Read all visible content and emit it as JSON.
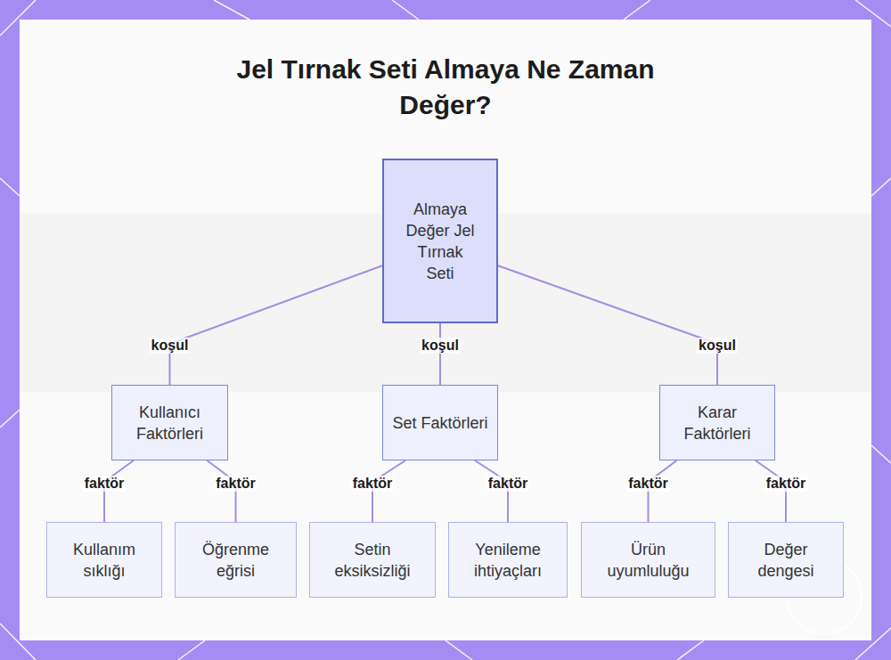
{
  "diagram": {
    "title": "Jel Tırnak Seti Almaya Ne Zaman Değer?",
    "nodes": [
      {
        "text": [
          "Almaya Değer Jel Tırnak Seti"
        ]
      },
      {
        "text": [
          "Kullanıcı Faktörleri"
        ]
      },
      {
        "text": [
          "Set Faktörleri"
        ]
      },
      {
        "text": [
          "Karar Faktörleri"
        ]
      },
      {
        "text": [
          "Kullanım sıklığı"
        ]
      },
      {
        "text": [
          "Öğrenme eğrisi"
        ]
      },
      {
        "text": [
          "Setin eksiksizliği"
        ]
      },
      {
        "text": [
          "Yenileme ihtiyaçları"
        ]
      },
      {
        "text": [
          "Ürün uyumluluğu"
        ]
      },
      {
        "text": [
          "Değer dengesi"
        ]
      }
    ],
    "edges": [
      {
        "from": 0,
        "to": 1,
        "label": "koşul",
        "arrow": "none"
      },
      {
        "from": 0,
        "to": 2,
        "label": "koşul",
        "arrow": "none"
      },
      {
        "from": 0,
        "to": 3,
        "label": "koşul",
        "arrow": "none"
      },
      {
        "from": 1,
        "to": 4,
        "label": "faktör",
        "arrow": "none"
      },
      {
        "from": 1,
        "to": 5,
        "label": "faktör",
        "arrow": "none"
      },
      {
        "from": 2,
        "to": 6,
        "label": "faktör",
        "arrow": "none"
      },
      {
        "from": 2,
        "to": 7,
        "label": "faktör",
        "arrow": "none"
      },
      {
        "from": 3,
        "to": 8,
        "label": "faktör",
        "arrow": "none"
      },
      {
        "from": 3,
        "to": 9,
        "label": "faktör",
        "arrow": "none"
      }
    ]
  }
}
